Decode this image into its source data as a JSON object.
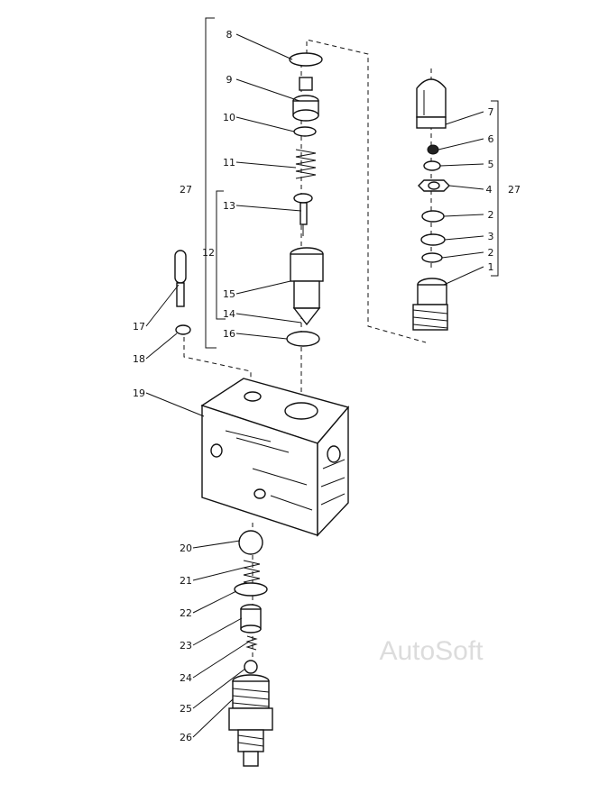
{
  "diagram": {
    "labels": {
      "p1": "1",
      "p2a": "2",
      "p2b": "2",
      "p3": "3",
      "p4": "4",
      "p5": "5",
      "p6": "6",
      "p7": "7",
      "p8": "8",
      "p9": "9",
      "p10": "10",
      "p11": "11",
      "p12": "12",
      "p13": "13",
      "p14": "14",
      "p15": "15",
      "p16": "16",
      "p17": "17",
      "p18": "18",
      "p19": "19",
      "p20": "20",
      "p21": "21",
      "p22": "22",
      "p23": "23",
      "p24": "24",
      "p25": "25",
      "p26": "26",
      "p27a": "27",
      "p27b": "27"
    },
    "watermark": "AutoSoft"
  }
}
